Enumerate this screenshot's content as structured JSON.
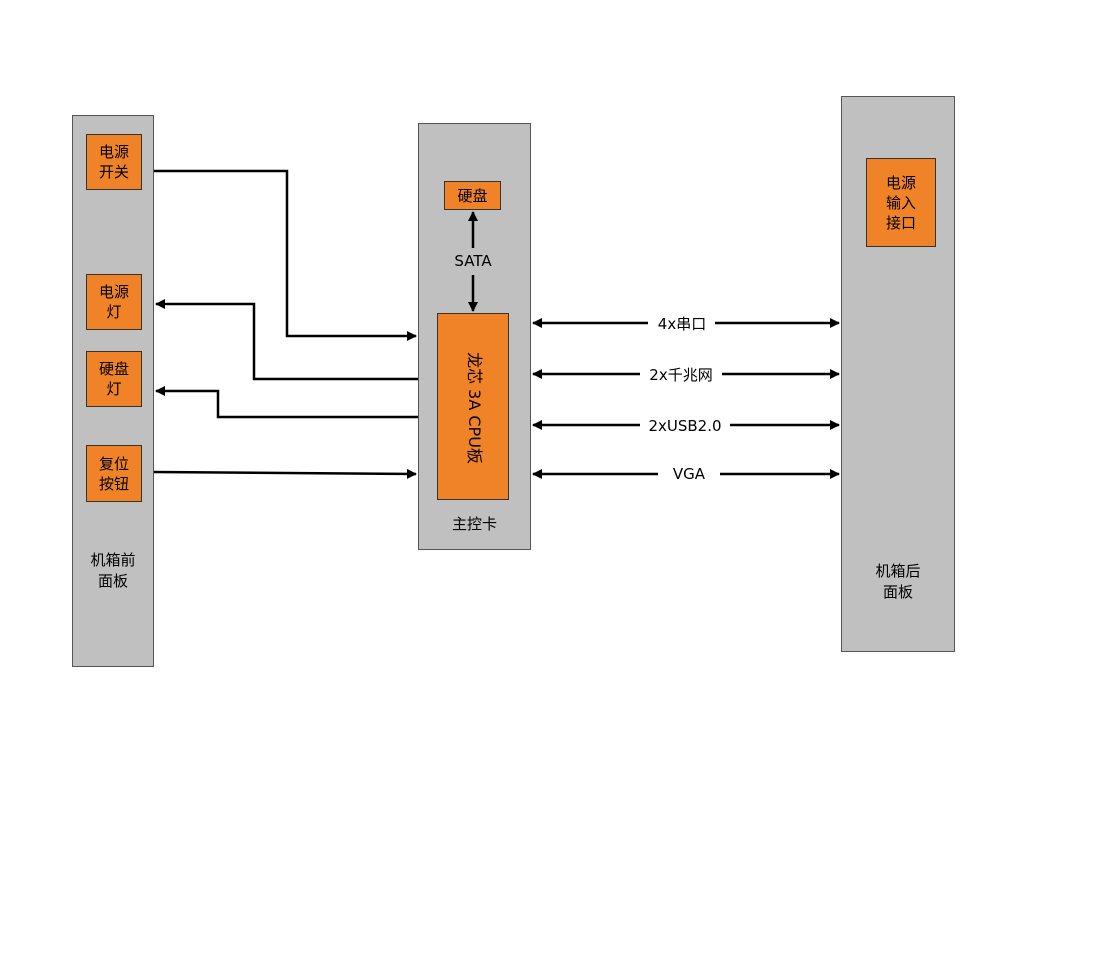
{
  "front_panel": {
    "title_line1": "机箱前",
    "title_line2": "面板",
    "power_switch": {
      "line1": "电源",
      "line2": "开关"
    },
    "power_led": {
      "line1": "电源",
      "line2": "灯"
    },
    "hdd_led": {
      "line1": "硬盘",
      "line2": "灯"
    },
    "reset_button": {
      "line1": "复位",
      "line2": "按钮"
    }
  },
  "main_card": {
    "title": "主控卡",
    "disk": "硬盘",
    "sata": "SATA",
    "cpu_board": "龙芯 3A CPU板"
  },
  "rear_panel": {
    "title_line1": "机箱后",
    "title_line2": "面板",
    "power_input": {
      "line1": "电源",
      "line2": "输入",
      "line3": "接口"
    }
  },
  "connections": [
    "4x串口",
    "2x千兆网",
    "2xUSB2.0",
    "VGA"
  ],
  "colors": {
    "panel": "#c0c0c0",
    "box": "#f08228",
    "line": "#000000"
  }
}
